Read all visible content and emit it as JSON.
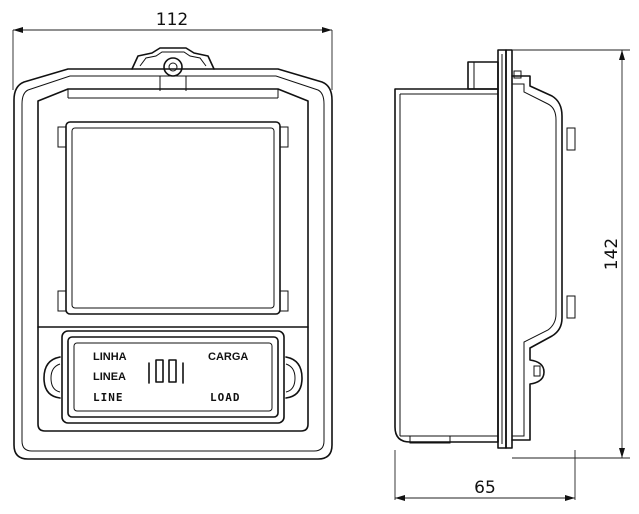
{
  "dimensions": {
    "width": "112",
    "height": "142",
    "depth": "65"
  },
  "terminal_labels": {
    "line_pt": "LINHA",
    "line_es": "LINEA",
    "line_en": "LINE",
    "load_pt_es": "CARGA",
    "load_en": "LOAD"
  }
}
